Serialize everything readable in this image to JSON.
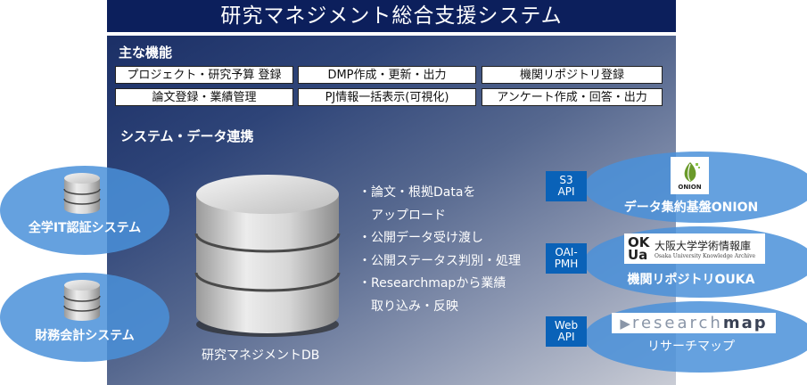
{
  "header": {
    "title": "研究マネジメント総合支援システム"
  },
  "features": {
    "heading": "主な機能",
    "items": [
      "プロジェクト・研究予算 登録",
      "DMP作成・更新・出力",
      "機関リポジトリ登録",
      "論文登録・業績管理",
      "PJ情報一括表示(可視化)",
      "アンケート作成・回答・出力"
    ]
  },
  "integration": {
    "heading": "システム・データ連携"
  },
  "central_db": {
    "label": "研究マネジメントDB",
    "icon": "database-icon"
  },
  "bullets": [
    "・論文・根拠Dataを",
    "　アップロード",
    "・公開データ受け渡し",
    "・公開ステータス判別・処理",
    "・Researchmapから業績",
    "　取り込み・反映"
  ],
  "left_systems": [
    {
      "label": "全学IT認証システム",
      "icon": "database-icon"
    },
    {
      "label": "財務会計システム",
      "icon": "database-icon"
    }
  ],
  "right_systems": [
    {
      "api_line1": "S3",
      "api_line2": "API",
      "logo_text": "ONION",
      "label": "データ集約基盤ONION"
    },
    {
      "api_line1": "OAI-",
      "api_line2": "PMH",
      "logo_mark": "OK Ua",
      "logo_title": "大阪大学学術情報庫",
      "logo_sub": "Osaka University Knowledge Archive",
      "label": "機関リポジトリOUKA"
    },
    {
      "api_line1": "Web",
      "api_line2": "API",
      "logo_text_light": "research",
      "logo_text_bold": "map",
      "label": "リサーチマップ"
    }
  ],
  "colors": {
    "title_bar": "#0c1f5c",
    "ellipse": "#4a90d9",
    "api_tag": "#0a62b8"
  }
}
